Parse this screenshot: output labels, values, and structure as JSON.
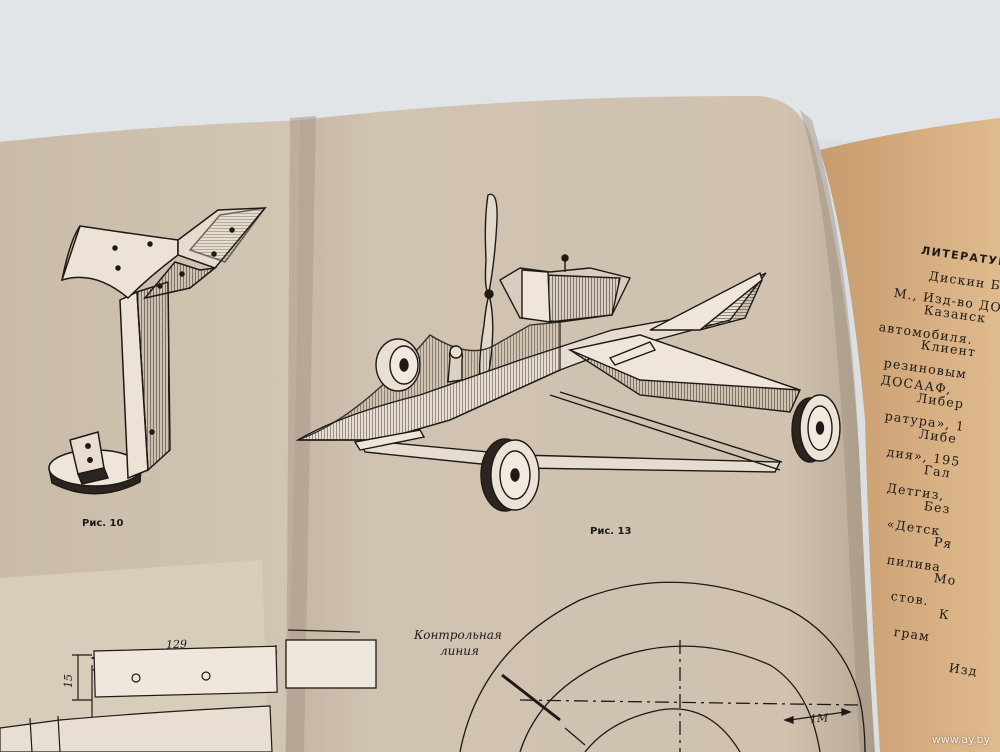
{
  "left_page": {
    "figure_caption": "Рис. 10",
    "dimension_width": "129",
    "dimension_height": "15"
  },
  "right_page": {
    "figure_caption": "Рис. 13",
    "control_line_label_1": "Контрольная",
    "control_line_label_2": "линия",
    "dimension_small": "1М"
  },
  "third_page": {
    "heading": "ЛИТЕРАТУР",
    "lines": [
      "Дискин Б",
      "М., Изд-во ДО",
      "Казанск",
      "автомобиля.",
      "Клиент",
      "резиновым",
      "ДОСААФ,",
      "Либер",
      "ратура», 1",
      "Либе",
      "дия», 195",
      "Гал",
      "Детгиз,",
      "Без",
      "«Детск",
      "Ря",
      "пилива",
      "Мо",
      "стов.",
      "К",
      "грам",
      "Изд"
    ]
  },
  "watermark": "www.ay.by",
  "colors": {
    "background": "#dadde0",
    "page": "#cdbfae",
    "ink": "#1d1a17"
  }
}
